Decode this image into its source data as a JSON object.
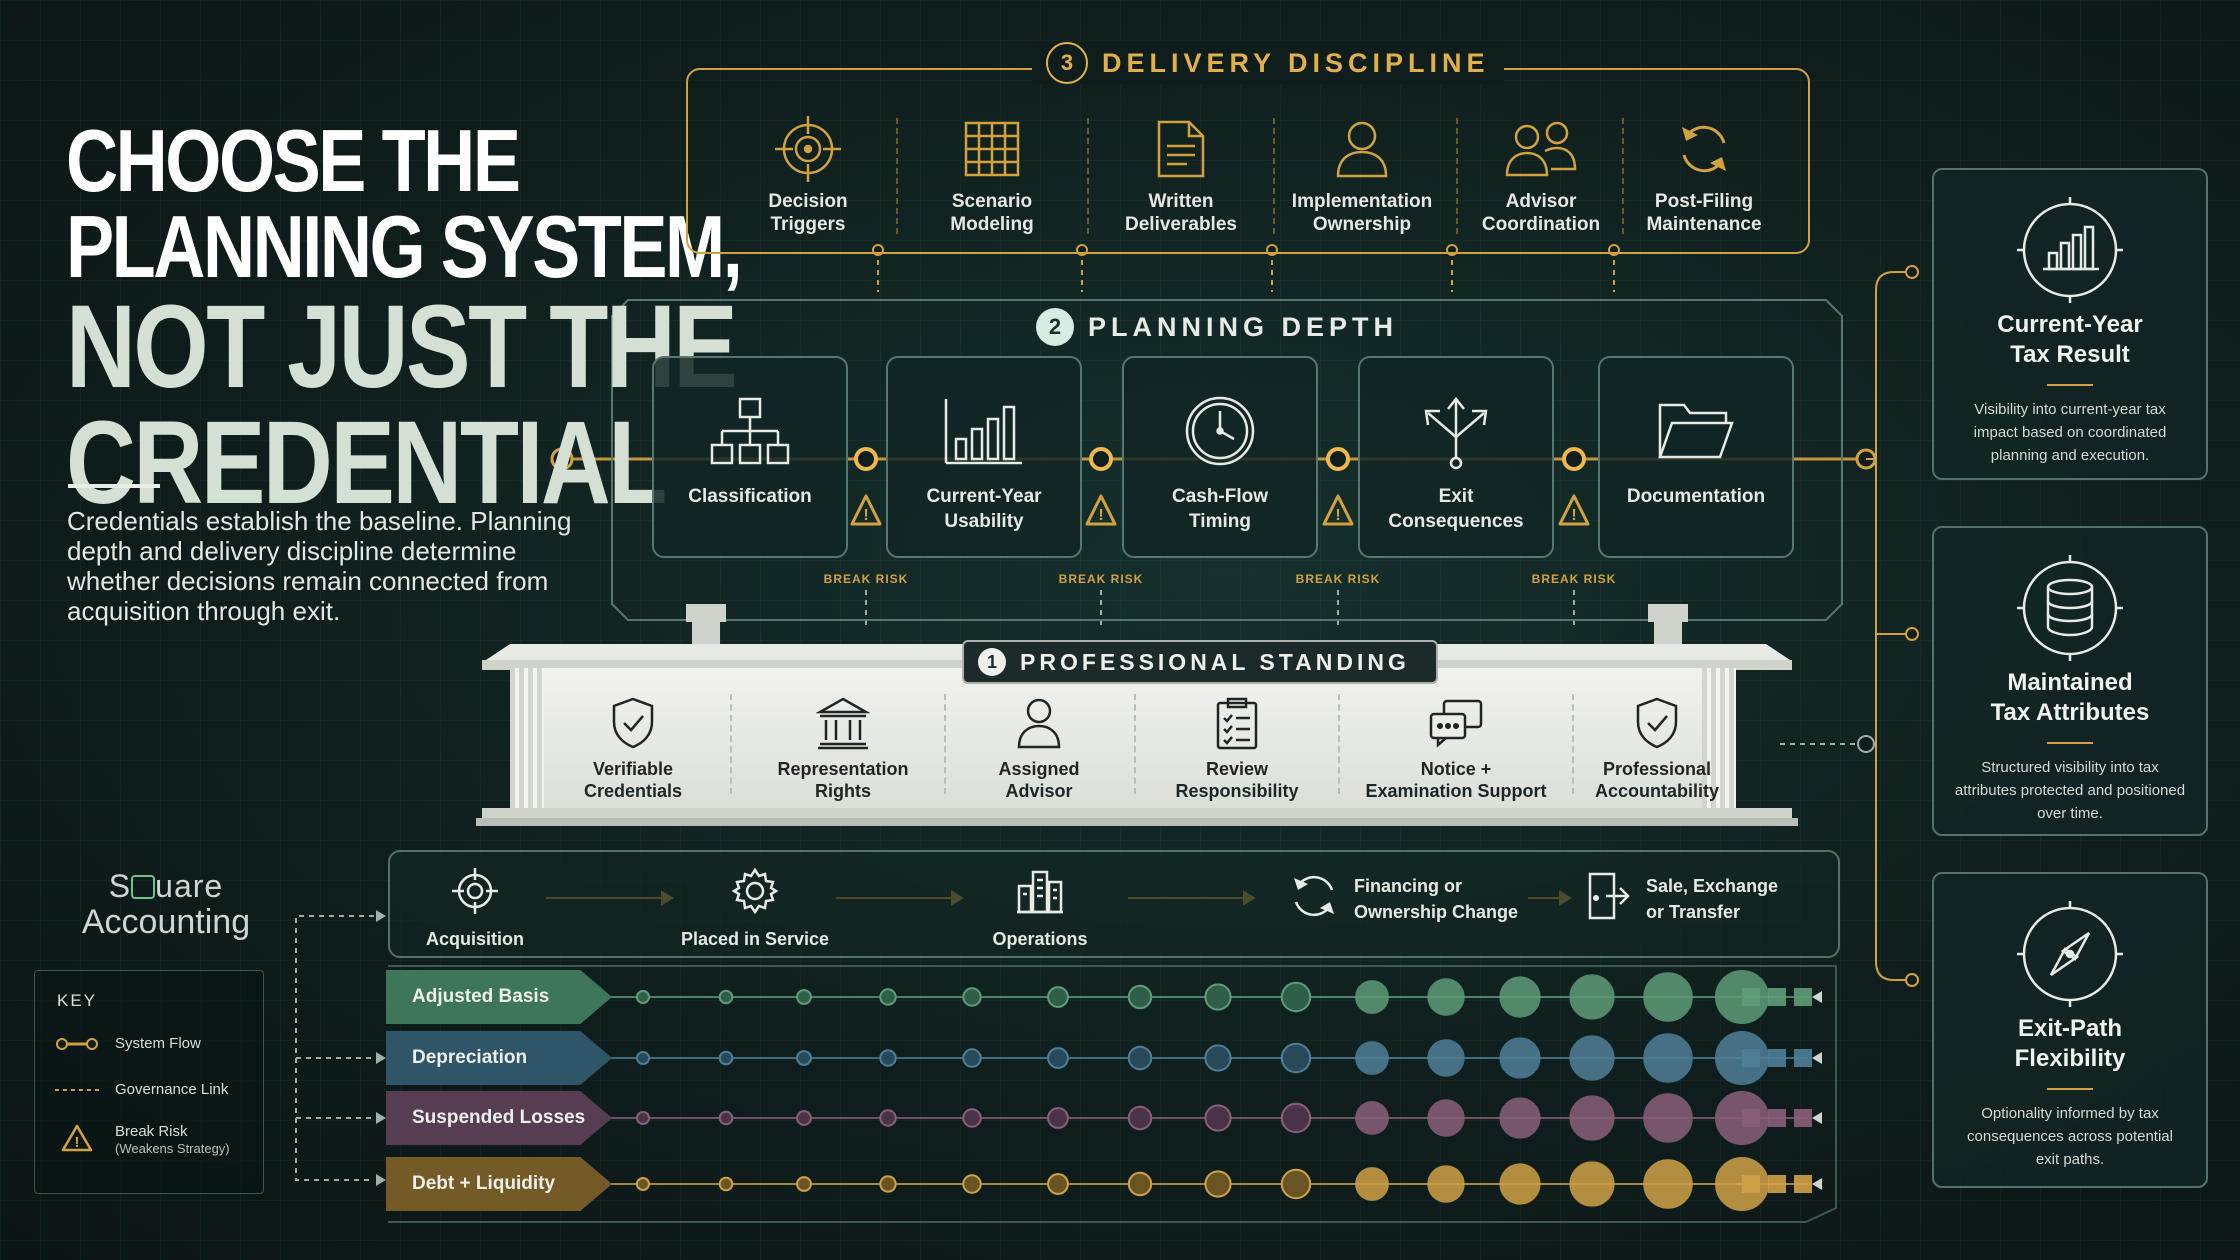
{
  "headline": {
    "line1": "CHOOSE THE",
    "line2": "PLANNING SYSTEM,",
    "line3": "NOT JUST THE",
    "line4": "CREDENTIAL"
  },
  "subtext": "Credentials establish the baseline. Planning depth and delivery discipline determine whether decisions remain connected from acquisition through exit.",
  "brand": {
    "part1": "S",
    "part2": "uare",
    "part3": "Accounting"
  },
  "key": {
    "title": "KEY",
    "system_flow": "System Flow",
    "governance_link": "Governance Link",
    "break_risk": "Break Risk",
    "break_risk_note": "(Weakens Strategy)"
  },
  "delivery": {
    "number": "3",
    "title": "DELIVERY DISCIPLINE",
    "items": [
      {
        "line1": "Decision",
        "line2": "Triggers",
        "icon": "target-icon"
      },
      {
        "line1": "Scenario",
        "line2": "Modeling",
        "icon": "grid-icon"
      },
      {
        "line1": "Written",
        "line2": "Deliverables",
        "icon": "document-icon"
      },
      {
        "line1": "Implementation",
        "line2": "Ownership",
        "icon": "person-icon"
      },
      {
        "line1": "Advisor",
        "line2": "Coordination",
        "icon": "people-icon"
      },
      {
        "line1": "Post-Filing",
        "line2": "Maintenance",
        "icon": "refresh-icon"
      }
    ]
  },
  "planning": {
    "number": "2",
    "title": "PLANNING DEPTH",
    "items": [
      {
        "line1": "Classification",
        "line2": "",
        "icon": "hierarchy-icon"
      },
      {
        "line1": "Current-Year",
        "line2": "Usability",
        "icon": "bar-chart-icon"
      },
      {
        "line1": "Cash-Flow",
        "line2": "Timing",
        "icon": "clock-icon"
      },
      {
        "line1": "Exit",
        "line2": "Consequences",
        "icon": "fork-arrow-icon"
      },
      {
        "line1": "Documentation",
        "line2": "",
        "icon": "folder-icon"
      }
    ],
    "break_label": "BREAK RISK"
  },
  "standing": {
    "number": "1",
    "title": "PROFESSIONAL STANDING",
    "items": [
      {
        "line1": "Verifiable",
        "line2": "Credentials",
        "icon": "shield-check-icon"
      },
      {
        "line1": "Representation",
        "line2": "Rights",
        "icon": "courthouse-icon"
      },
      {
        "line1": "Assigned",
        "line2": "Advisor",
        "icon": "person-icon"
      },
      {
        "line1": "Review",
        "line2": "Responsibility",
        "icon": "clipboard-icon"
      },
      {
        "line1": "Notice +",
        "line2": "Examination Support",
        "icon": "chat-icon"
      },
      {
        "line1": "Professional",
        "line2": "Accountability",
        "icon": "shield-check-icon"
      }
    ]
  },
  "lifecycle": {
    "items": [
      {
        "line1": "Acquisition",
        "icon": "crosshair-icon"
      },
      {
        "line1": "Placed in Service",
        "icon": "gear-icon"
      },
      {
        "line1": "Operations",
        "icon": "buildings-icon"
      },
      {
        "line1": "Financing or",
        "line2": "Ownership Change",
        "icon": "cycle-icon"
      },
      {
        "line1": "Sale, Exchange",
        "line2": "or Transfer",
        "icon": "door-exit-icon"
      }
    ]
  },
  "tracks": [
    {
      "label": "Adjusted Basis",
      "color": "#5f9c79",
      "fill": "#2f5f49"
    },
    {
      "label": "Depreciation",
      "color": "#4f7f98",
      "fill": "#27495a"
    },
    {
      "label": "Suspended Losses",
      "color": "#8a5f78",
      "fill": "#4a3346"
    },
    {
      "label": "Debt + Liquidity",
      "color": "#d0a247",
      "fill": "#6b5424"
    }
  ],
  "outcomes": [
    {
      "line1": "Current-Year",
      "line2": "Tax Result",
      "desc": "Visibility into current-year tax impact based on coordinated planning and execution.",
      "icon": "bar-chart-icon"
    },
    {
      "line1": "Maintained",
      "line2": "Tax Attributes",
      "desc": "Structured visibility into tax attributes protected and positioned over time.",
      "icon": "database-icon"
    },
    {
      "line1": "Exit-Path",
      "line2": "Flexibility",
      "desc": "Optionality informed by tax consequences across potential exit paths.",
      "icon": "compass-icon"
    }
  ],
  "colors": {
    "gold": "#d3a23f",
    "teal_line": "#55716b",
    "panel": "#12262a"
  }
}
